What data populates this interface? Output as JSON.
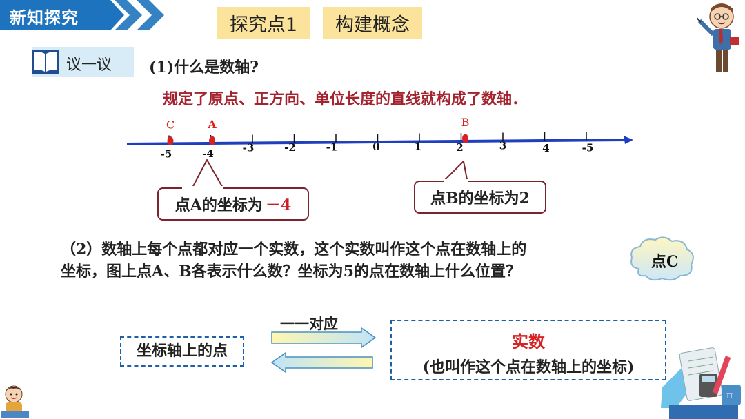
{
  "header": {
    "title": "新知探究"
  },
  "tags": {
    "explore": "探究点1",
    "concept": "构建概念"
  },
  "discuss": {
    "label": "议一议"
  },
  "question1": "(1)什么是数轴?",
  "definition": "规定了原点、正方向、单位长度的直线就构成了数轴．",
  "number_line": {
    "ticks": [
      "-5",
      "-4",
      "-3",
      "-2",
      "-1",
      "0",
      "1",
      "2",
      "3",
      "4",
      "-5"
    ],
    "points": [
      {
        "label": "C",
        "value": -5
      },
      {
        "label": "A",
        "value": -4
      },
      {
        "label": "B",
        "value": 2
      }
    ]
  },
  "callouts": {
    "a_text": "点A的坐标为",
    "a_value": "－4",
    "b_text": "点B的坐标为2"
  },
  "question2": {
    "line1": "（2）数轴上每个点都对应一个实数，这个实数叫作这个点在数轴上的",
    "line2": "坐标，图上点A、B各表示什么数？坐标为5的点在数轴上什么位置？"
  },
  "cloud_label": "点C",
  "correspondence": {
    "left": "坐标轴上的点",
    "arrow_label": "一一对应",
    "right_title": "实数",
    "right_note": "(也叫作这个点在数轴上的坐标)"
  },
  "colors": {
    "accent_blue": "#1e73be",
    "tag_yellow": "#fbe39b",
    "def_red": "#a3232f",
    "point_red": "#d62222"
  }
}
